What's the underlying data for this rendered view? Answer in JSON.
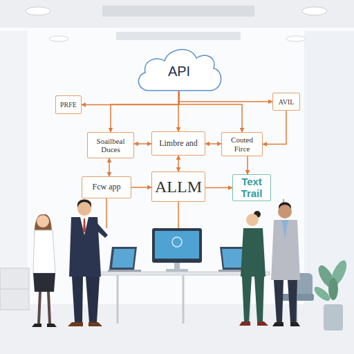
{
  "diagram": {
    "nodes": [
      {
        "text": [
          "API"
        ]
      },
      {
        "text": [
          "PRFE"
        ]
      },
      {
        "text": [
          "AVIL"
        ]
      },
      {
        "text": [
          "Soailbeal Duces"
        ]
      },
      {
        "text": [
          "Limbre and"
        ]
      },
      {
        "text": [
          "Couted Firce"
        ]
      },
      {
        "text": [
          "Fcw app"
        ]
      },
      {
        "text": [
          "ALLM"
        ]
      },
      {
        "text": [
          "Text Trail"
        ]
      }
    ],
    "edges": [
      {
        "from": 0,
        "to": 1,
        "arrow": "to"
      },
      {
        "from": 0,
        "to": 2,
        "arrow": "to"
      },
      {
        "from": 0,
        "to": 4,
        "arrow": "to"
      },
      {
        "from": 0,
        "to": 3,
        "arrow": "to"
      },
      {
        "from": 0,
        "to": 5,
        "arrow": "to"
      },
      {
        "from": 2,
        "to": 5,
        "arrow": "to"
      },
      {
        "from": 3,
        "to": 4,
        "arrow": "both"
      },
      {
        "from": 4,
        "to": 5,
        "arrow": "both"
      },
      {
        "from": 3,
        "to": 6,
        "arrow": "both"
      },
      {
        "from": 4,
        "to": 7,
        "arrow": "both"
      },
      {
        "from": 5,
        "to": 8,
        "arrow": "to"
      },
      {
        "from": 6,
        "to": 7,
        "arrow": "to"
      },
      {
        "from": 7,
        "to": 8,
        "arrow": "to"
      }
    ]
  }
}
